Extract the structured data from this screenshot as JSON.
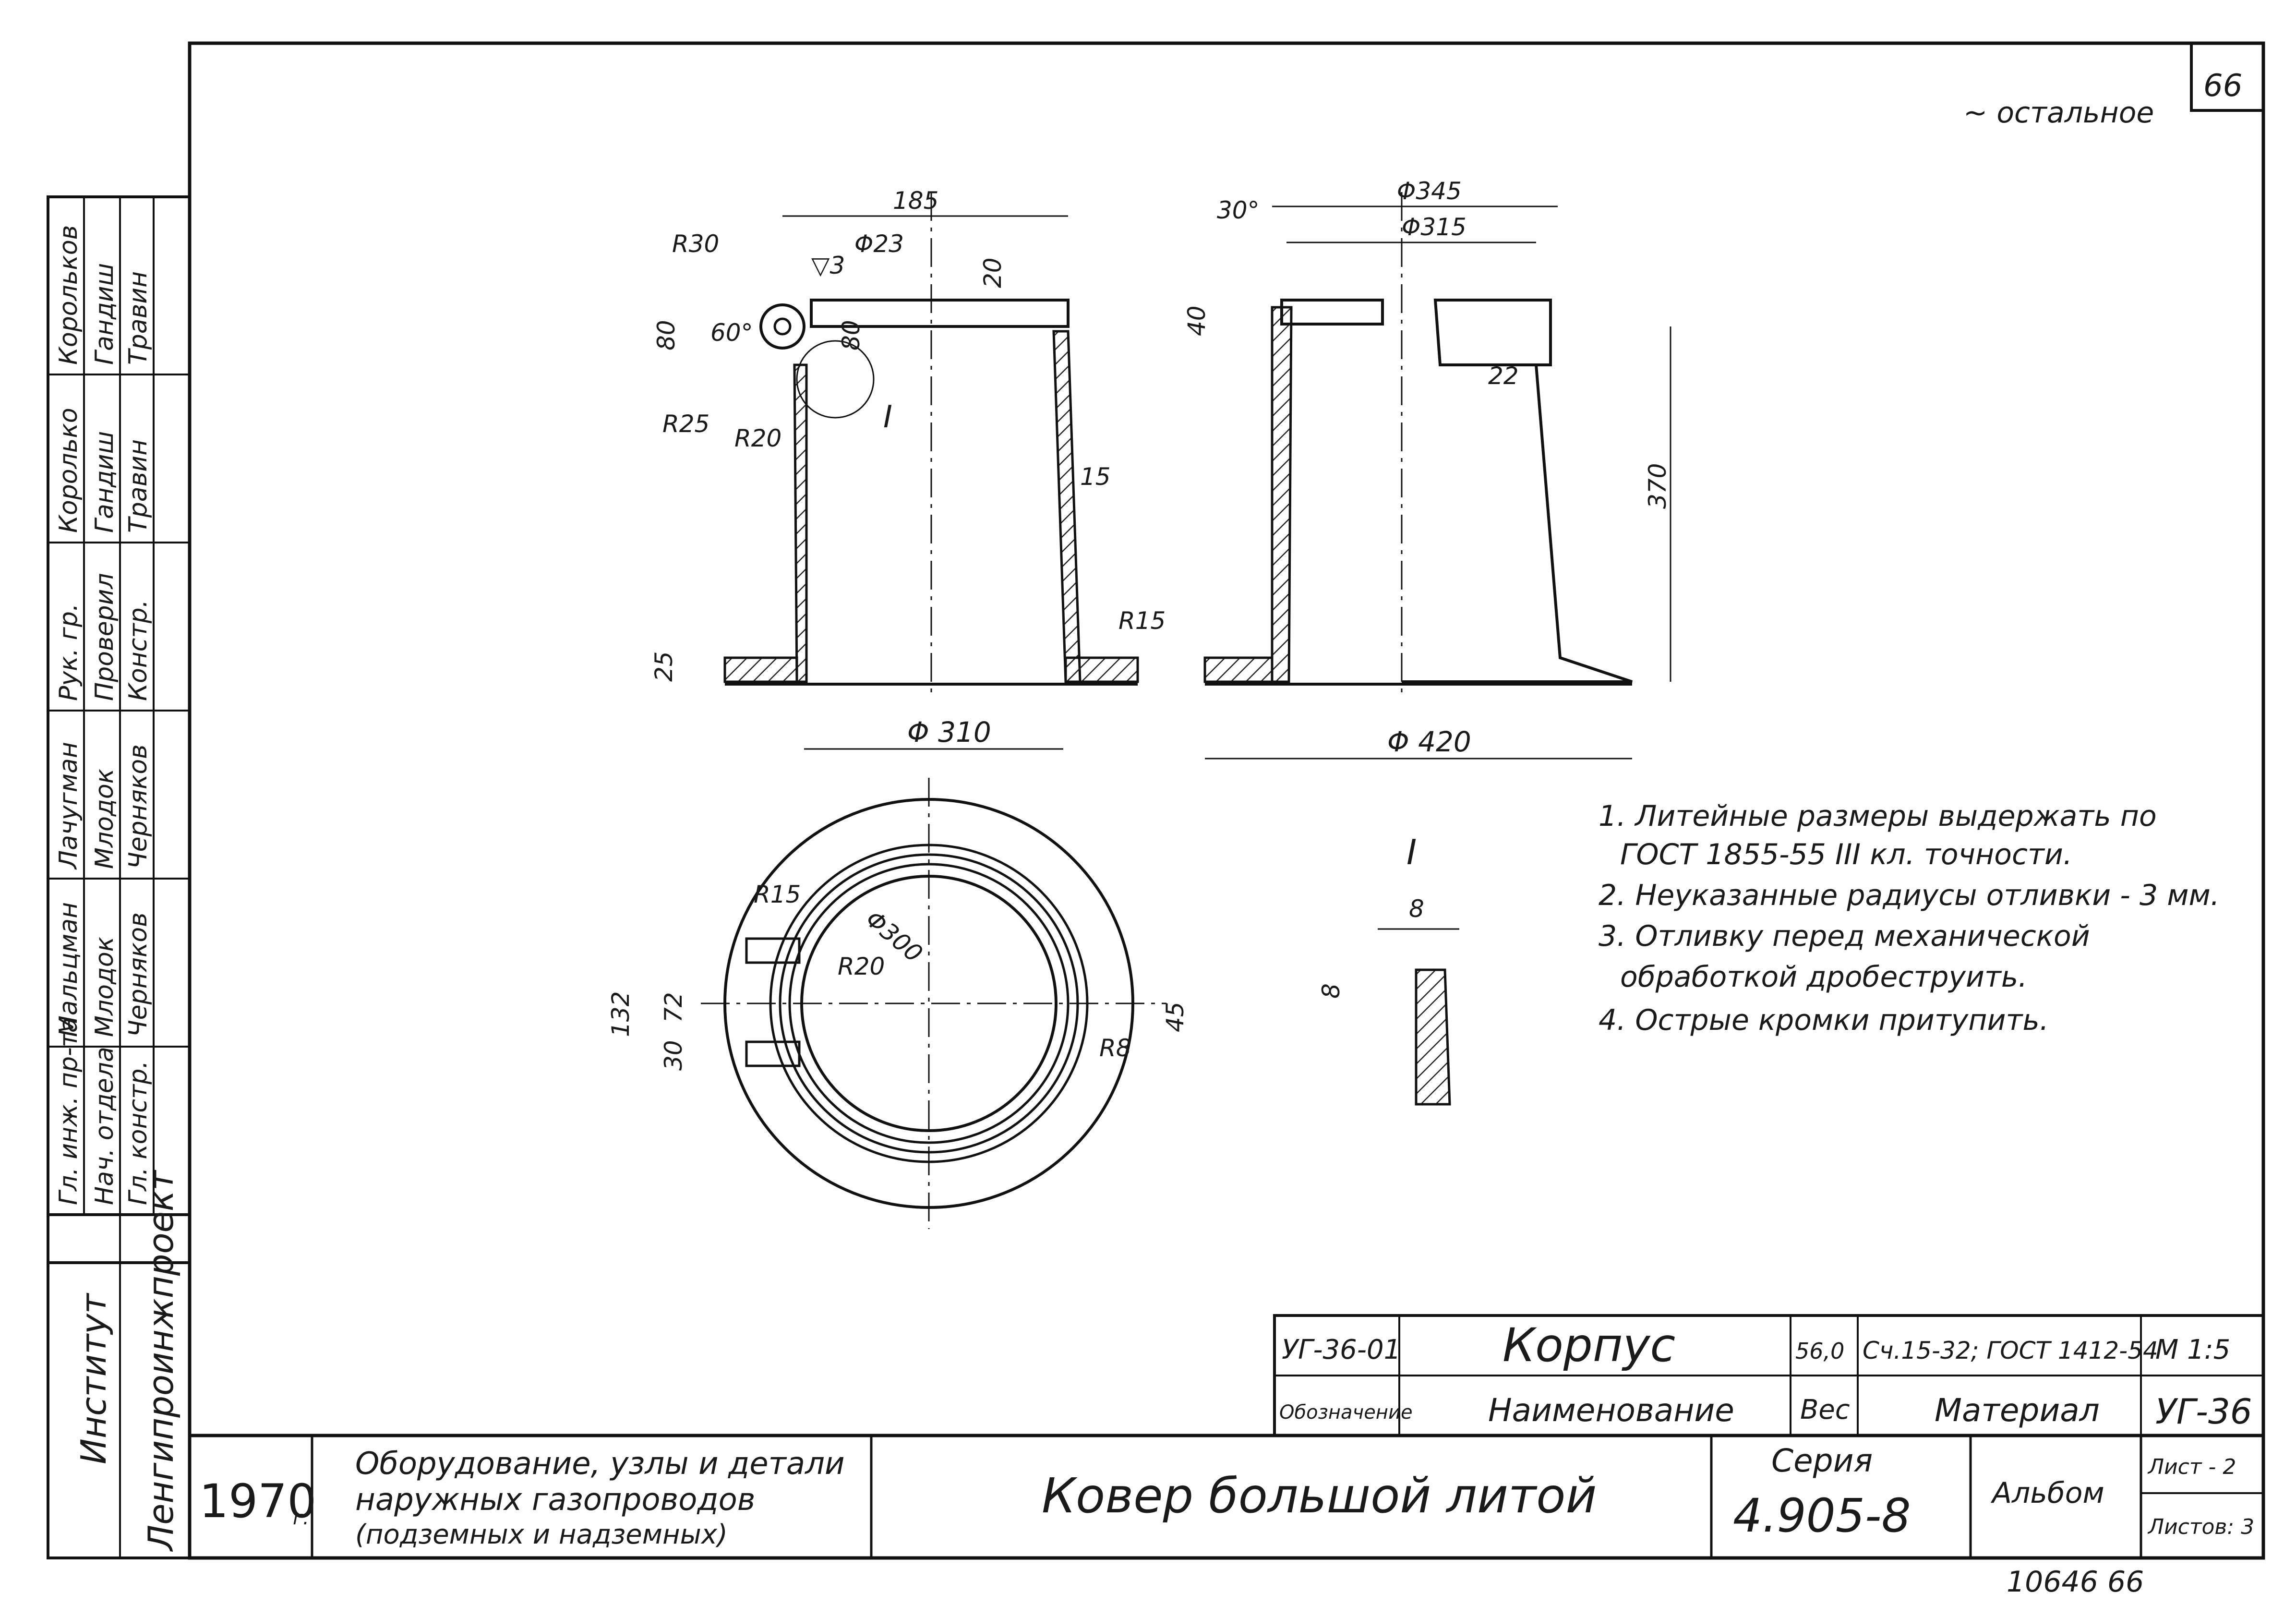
{
  "sheet": {
    "sheet_number": "66",
    "surface_note": "~ остальное",
    "stamp_below": "10646  66"
  },
  "top_view_left": {
    "dims": [
      "185",
      "R30",
      "Φ23",
      "▽3",
      "20",
      "80",
      "60°",
      "80",
      "R25",
      "R20",
      "I",
      "15",
      "R15",
      "25",
      "Φ 310"
    ]
  },
  "top_view_right": {
    "dims": [
      "30°",
      "Φ345",
      "Φ315",
      "40",
      "22",
      "370",
      "Φ 420"
    ]
  },
  "plan_view": {
    "dims": [
      "R15",
      "Φ300",
      "R20",
      "132",
      "72",
      "30",
      "45",
      "R8"
    ]
  },
  "detail_I": {
    "label": "I",
    "dims": [
      "8",
      "8"
    ]
  },
  "notes": [
    "1. Литейные размеры выдержать по",
    "ГОСТ 1855-55  III кл. точности.",
    "2. Неуказанные радиусы отливки - 3 мм.",
    "3. Отливку перед механической",
    "обработкой дробеструить.",
    "4. Острые кромки притупить."
  ],
  "side_stamp": {
    "rows": [
      {
        "role": "Гл. инж. пр-та",
        "name": "Мальцман",
        "sign": "Мальцман"
      },
      {
        "role": "Нач. отдела",
        "name": "Млодок",
        "sign": "Млодок"
      },
      {
        "role": "Гл. констр.",
        "name": "Черняков",
        "sign": "Черняков"
      },
      {
        "role": "Рук. гр.",
        "name": "Королько",
        "sign": "Королько"
      },
      {
        "role": "Проверил",
        "name": "Гандиш",
        "sign": "Гандиш"
      },
      {
        "role": "Констр.",
        "name": "Травин",
        "sign": "Травин"
      }
    ],
    "names_col": [
      "Лачугман",
      "Млодок",
      "Черняков"
    ],
    "top_names": [
      "Корольков",
      "Гандиш",
      "Травин"
    ],
    "institute_label": "Институт",
    "institute_name": "Ленгипроинжпроект"
  },
  "title_block": {
    "part_code": "УГ-36-01",
    "part_name": "Корпус",
    "weight": "56,0",
    "material": "Сч.15-32; ГОСТ 1412-54",
    "scale": "М 1:5",
    "hdr_designation": "Обозначение",
    "hdr_name": "Наименование",
    "hdr_weight": "Вес",
    "hdr_material": "Материал",
    "doc_code": "УГ-36",
    "year": "1970",
    "year_suffix": "г.",
    "subject_line1": "Оборудование, узлы и детали",
    "subject_line2": "наружных газопроводов",
    "subject_line3": "(подземных и надземных)",
    "title": "Ковер большой литой",
    "series_label": "Серия",
    "series": "4.905-8",
    "album": "Альбом",
    "sheet": "Лист - 2",
    "sheets": "Листов: 3"
  }
}
